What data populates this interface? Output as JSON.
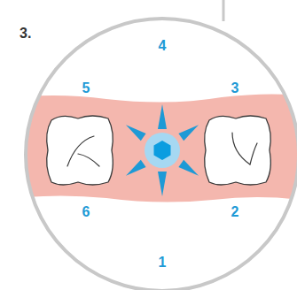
{
  "diagram": {
    "labels": [
      "3.",
      "4",
      "5",
      "3",
      "6",
      "2",
      "1"
    ]
  }
}
